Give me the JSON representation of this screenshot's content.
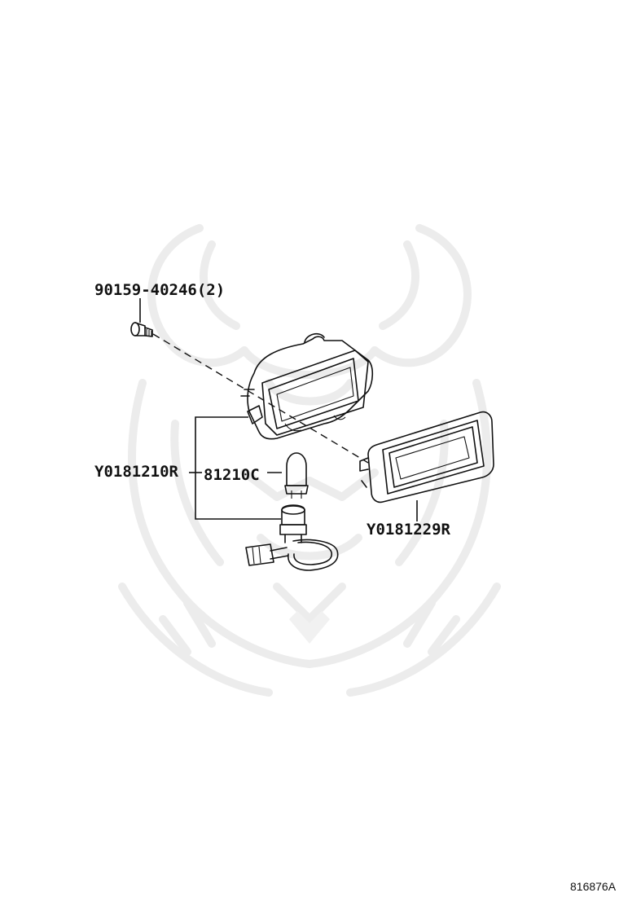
{
  "labels": {
    "screw": "90159-40246(2)",
    "lamp_assy": "Y0181210R",
    "bulb": "81210C",
    "bezel": "Y0181229R",
    "diagram_id": "816876A"
  },
  "colors": {
    "ink": "#111111",
    "watermark": "#ececec",
    "background": "#ffffff"
  }
}
